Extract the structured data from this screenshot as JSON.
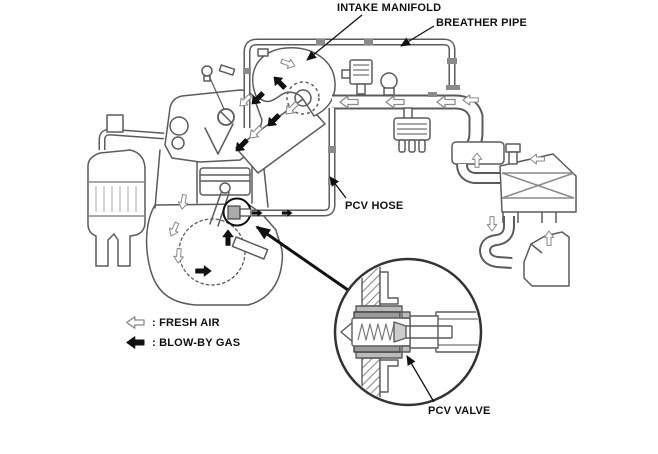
{
  "figure": {
    "description": "PCV system schematic (engine cutaway with intake, breather and PCV plumbing, plus magnified PCV valve cross-section)",
    "labels": {
      "intake_manifold": "INTAKE MANIFOLD",
      "breather_pipe": "BREATHER PIPE",
      "pcv_hose": "PCV HOSE",
      "pcv_valve": "PCV VALVE"
    },
    "legend": {
      "fresh_air": ": FRESH AIR",
      "blow_by_gas": ": BLOW-BY GAS",
      "fresh_air_icon": "open-left-arrow",
      "blow_by_gas_icon": "filled-left-arrow"
    },
    "colors": {
      "line": "#5b5b5b",
      "light_line": "#8a8a8a",
      "label_text": "#111111",
      "callout": "#1a1a1a",
      "grommet_gray": "#9a9a9a",
      "background": "#ffffff"
    }
  }
}
